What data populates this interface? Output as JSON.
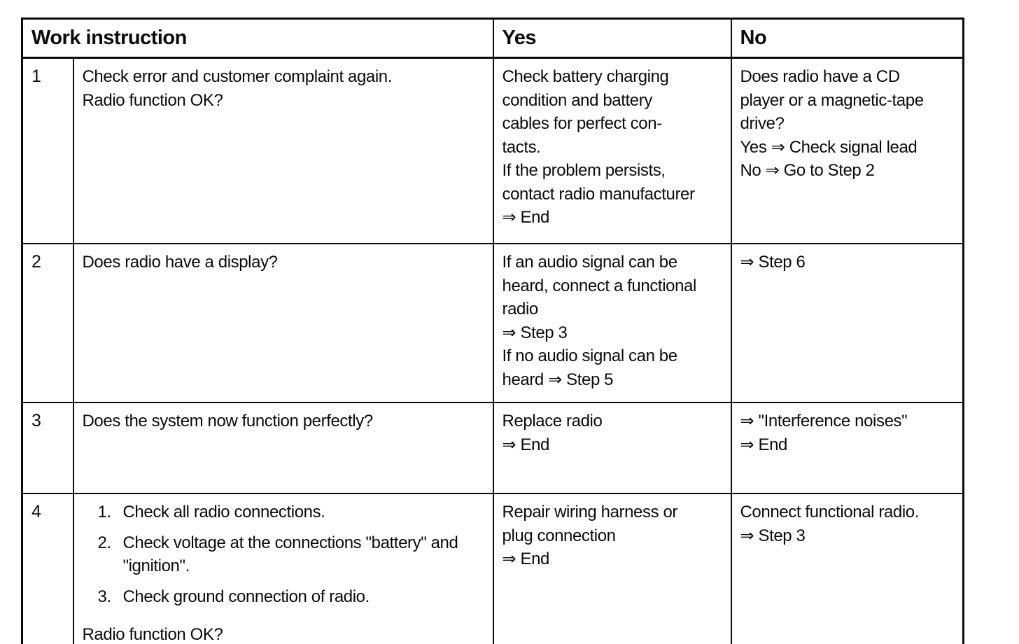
{
  "document": {
    "table": {
      "headers": {
        "work_instruction": "Work instruction",
        "yes": "Yes",
        "no": "No"
      },
      "rows": [
        {
          "step": "1",
          "instruction": [
            "Check error and customer complaint again.",
            "Radio function OK?"
          ],
          "yes": [
            "Check battery charging",
            "condition and battery",
            "cables for perfect con-",
            "tacts.",
            "If the problem persists,",
            "contact radio manufacturer",
            "⇒ End"
          ],
          "no": [
            "Does radio have a CD",
            "player or a magnetic-tape",
            "drive?",
            "Yes ⇒ Check signal lead",
            "No ⇒ Go to Step 2"
          ]
        },
        {
          "step": "2",
          "instruction": [
            "Does radio have a display?"
          ],
          "yes": [
            "If an audio signal can be",
            "heard, connect a functional",
            "radio",
            "⇒ Step 3",
            "If no audio signal can be",
            "heard ⇒ Step 5"
          ],
          "no": [
            "⇒ Step 6"
          ]
        },
        {
          "step": "3",
          "instruction": [
            "Does the system now function perfectly?"
          ],
          "yes": [
            "Replace radio",
            "⇒ End"
          ],
          "no": [
            "⇒ \"Interference noises\"",
            "⇒ End"
          ]
        },
        {
          "step": "4",
          "instruction_list": [
            {
              "num": "1.",
              "text": "Check all radio connections."
            },
            {
              "num": "2.",
              "text": "Check voltage at the connections \"battery\" and \"ignition\"."
            },
            {
              "num": "3.",
              "text": "Check ground connection of radio."
            }
          ],
          "instruction_footer": "Radio function OK?",
          "yes": [
            "Repair wiring harness or",
            "plug connection",
            "⇒ End"
          ],
          "no": [
            "Connect functional radio.",
            "⇒ Step 3"
          ]
        }
      ]
    }
  }
}
